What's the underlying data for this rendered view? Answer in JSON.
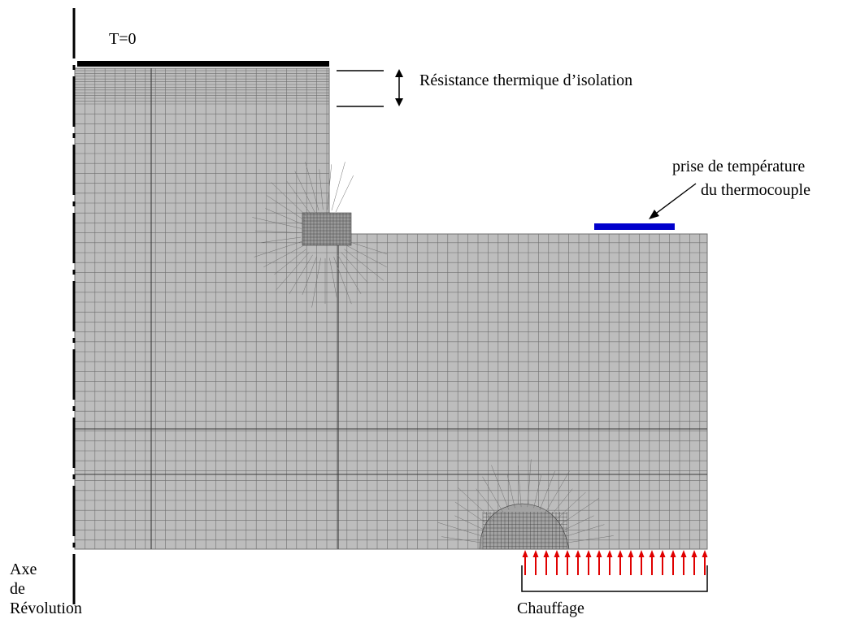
{
  "labels": {
    "top_boundary": "T=0",
    "insulation": "Résistance thermique d’isolation",
    "sensor_line1": "prise de température",
    "sensor_line2": "du thermocouple",
    "axis_line1": "Axe",
    "axis_line2": "de",
    "axis_line3": "Révolution",
    "heating": "Chauffage"
  },
  "colors": {
    "mesh_fill": "#bdbdbd",
    "mesh_line": "#6f6f6f",
    "mesh_major": "#3a3a3a",
    "boundary_bar": "#000000",
    "sensor_bar": "#0000cc",
    "heating_arrows": "#e00000"
  },
  "heating_arrow_count": 18
}
